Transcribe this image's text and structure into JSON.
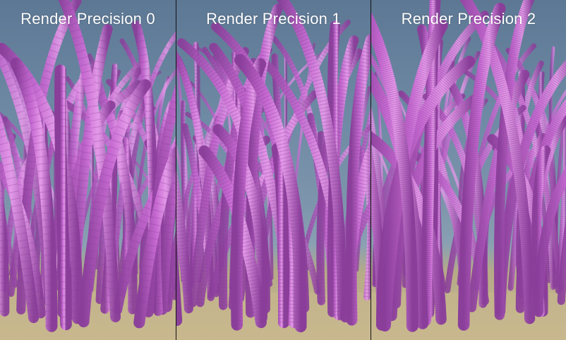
{
  "panels": [
    {
      "title": "Render Precision 0"
    },
    {
      "title": "Render Precision 1"
    },
    {
      "title": "Render Precision 2"
    }
  ],
  "colors": {
    "sky_top": "#5d7894",
    "sky_bottom": "#8aa0b3",
    "ground": "#c9b88e",
    "hair": "#c86bd3",
    "hair_highlight": "#e59be9",
    "hair_shadow": "#8a3e9a",
    "divider": "#111111",
    "title_text": "#ffffff"
  }
}
